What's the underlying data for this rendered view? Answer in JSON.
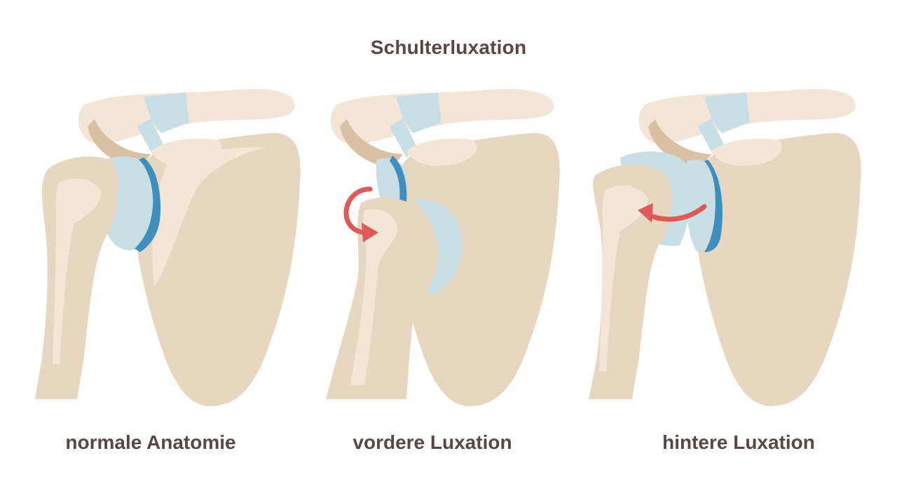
{
  "title": "Schulterluxation",
  "panels": [
    {
      "caption": "normale Anatomie",
      "icon": "shoulder-normal-illustration"
    },
    {
      "caption": "vordere Luxation",
      "icon": "shoulder-anterior-dislocation-illustration"
    },
    {
      "caption": "hintere Luxation",
      "icon": "shoulder-posterior-dislocation-illustration"
    }
  ],
  "colors": {
    "bone_light": "#f3e6d6",
    "bone_mid": "#e8d7c0",
    "bone_dark": "#d9c2a4",
    "cartilage": "#c9dfe6",
    "labrum": "#3f8fbe",
    "arrow": "#dd5a58",
    "text": "#5b4646"
  }
}
